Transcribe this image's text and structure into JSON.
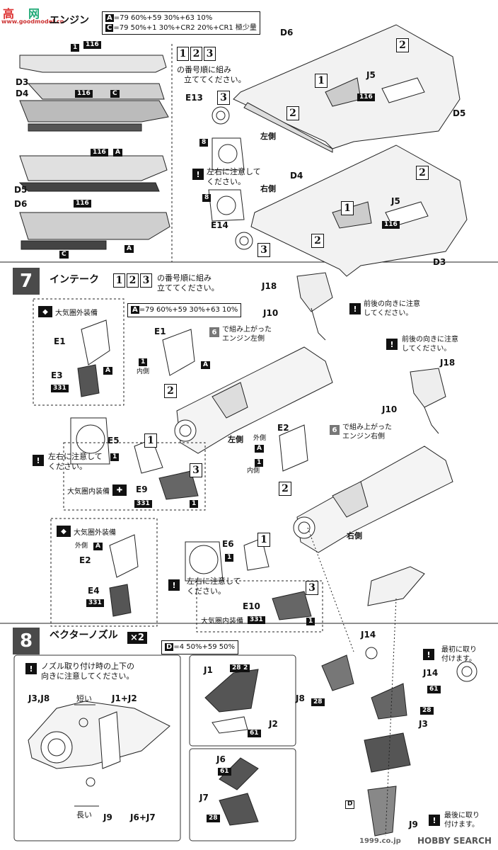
{
  "watermark_top": {
    "logo": "高",
    "brand": "网",
    "url": "www.goodmodel.cn"
  },
  "engine_section": {
    "title": "エンジン",
    "paint_a": {
      "code": "A",
      "text": "=79 60%+59 30%+63 10%"
    },
    "paint_c": {
      "code": "C",
      "text": "=79 50%+1 30%+CR2 20%+CR1 極少量"
    },
    "order_nums": [
      "1",
      "2",
      "3"
    ],
    "order_text_1": "の番号順に組み",
    "order_text_2": "立ててください。",
    "left_side": "左側",
    "right_side": "右側",
    "note_lr": "左右に注意して\nください。",
    "part_labels": {
      "D6": "D6",
      "D5": "D5",
      "D4": "D4",
      "D3": "D3",
      "J5": "J5",
      "E13": "E13",
      "E14": "E14"
    },
    "codes": {
      "c1": "1",
      "c116": "116",
      "c8": "8",
      "cA": "A",
      "cC": "C"
    },
    "strip_labels": [
      "D3",
      "D4",
      "D5",
      "D6"
    ]
  },
  "step7": {
    "number": "7",
    "title": "インテーク",
    "order_nums": [
      "1",
      "2",
      "3"
    ],
    "order_text_1": "の番号順に組み",
    "order_text_2": "立ててください。",
    "paint": {
      "code": "A",
      "text": "=79 60%+59 30%+63 10%"
    },
    "outer_spec": "大気圏外装備",
    "inner_spec": "大気圏内装備",
    "inner_side": "内側",
    "outer_side": "外側",
    "left_side": "左側",
    "right_side": "右側",
    "note_lr": "左右に注意して\nください。",
    "note_fb": "前後の向きに注意\nしてください。",
    "engine_left_ref": {
      "step": "6",
      "text": "で組み上がった\nエンジン左側"
    },
    "engine_right_ref": {
      "step": "6",
      "text": "で組み上がった\nエンジン右側"
    },
    "labels": {
      "E1": "E1",
      "E2": "E2",
      "E3": "E3",
      "E4": "E4",
      "E5": "E5",
      "E6": "E6",
      "E9": "E9",
      "E10": "E10",
      "J10": "J10",
      "J18": "J18"
    },
    "codes": {
      "c331": "331",
      "c1": "1",
      "cA": "A"
    }
  },
  "step8": {
    "number": "8",
    "title": "ベクターノズル",
    "multiplier": "×2",
    "paint": {
      "code": "D",
      "text": "=4 50%+59 50%"
    },
    "note_nozzle": "ノズル取り付け時の上下の\n向きに注意してください。",
    "diagram_labels": {
      "j3j8": "J3,J8",
      "j1j2": "J1+J2",
      "short": "短い",
      "long": "長い",
      "j9": "J9",
      "j6j7": "J6+J7"
    },
    "labels": {
      "J1": "J1",
      "J2": "J2",
      "J3": "J3",
      "J6": "J6",
      "J7": "J7",
      "J8": "J8",
      "J9": "J9",
      "J14": "J14"
    },
    "codes": {
      "c28": "28",
      "c2": "2",
      "c61": "61",
      "cD": "D"
    },
    "note_first": "最初に取り\n付けます。",
    "note_last": "最後に取り\n付けます。"
  },
  "watermark_bottom": "1999.co.jp",
  "hobby_search": "HOBBY SEARCH"
}
